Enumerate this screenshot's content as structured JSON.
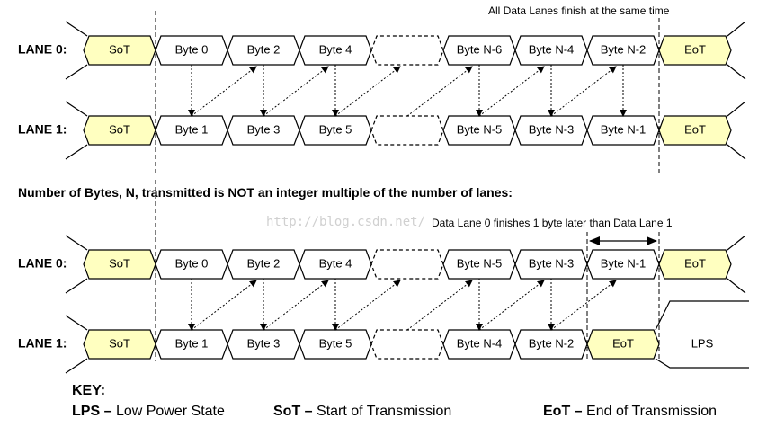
{
  "top_section": {
    "note": "All Data Lanes finish at the same time",
    "lane0": {
      "label": "LANE 0:",
      "start": "SoT",
      "bytes": [
        "Byte 0",
        "Byte 2",
        "Byte 4",
        "",
        "Byte N-6",
        "Byte N-4",
        "Byte N-2"
      ],
      "end": "EoT"
    },
    "lane1": {
      "label": "LANE 1:",
      "start": "SoT",
      "bytes": [
        "Byte 1",
        "Byte 3",
        "Byte 5",
        "",
        "Byte N-5",
        "Byte N-3",
        "Byte N-1"
      ],
      "end": "EoT"
    }
  },
  "bottom_section": {
    "heading": "Number of Bytes, N, transmitted is NOT an integer multiple of the number of lanes:",
    "note": "Data Lane 0 finishes 1 byte later than Data Lane 1",
    "lane0": {
      "label": "LANE 0:",
      "start": "SoT",
      "bytes": [
        "Byte 0",
        "Byte 2",
        "Byte 4",
        "",
        "Byte N-5",
        "Byte N-3",
        "Byte N-1"
      ],
      "end": "EoT"
    },
    "lane1": {
      "label": "LANE 1:",
      "start": "SoT",
      "bytes": [
        "Byte 1",
        "Byte 3",
        "Byte 5",
        "",
        "Byte N-4",
        "Byte N-2"
      ],
      "end": "EoT",
      "after": "LPS"
    }
  },
  "watermark": "http://blog.csdn.net/",
  "key": {
    "title": "KEY:",
    "items": [
      {
        "abbr": "LPS",
        "dash": "–",
        "desc": "Low Power State"
      },
      {
        "abbr": "SoT",
        "dash": "–",
        "desc": "Start of Transmission"
      },
      {
        "abbr": "EoT",
        "dash": "–",
        "desc": "End of Transmission"
      }
    ]
  },
  "colors": {
    "sot_eot_fill": "#ffffc0",
    "line": "#000000"
  }
}
